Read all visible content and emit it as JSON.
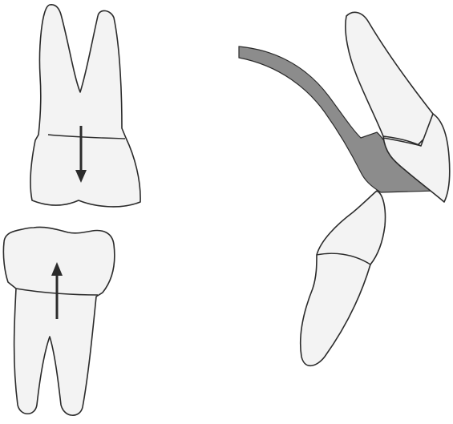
{
  "figure": {
    "left_panel": {
      "upper_tooth": "molar-upper",
      "lower_tooth": "molar-lower",
      "upper_arrow_direction": "down",
      "lower_arrow_direction": "up"
    },
    "right_panel": {
      "upper_tooth": "incisor-upper",
      "lower_tooth": "incisor-lower",
      "instrument": "gray-instrument"
    },
    "colors": {
      "tooth_fill": "#f3f3f3",
      "outline": "#2b2b2b",
      "instrument": "#8c8c8c"
    }
  }
}
